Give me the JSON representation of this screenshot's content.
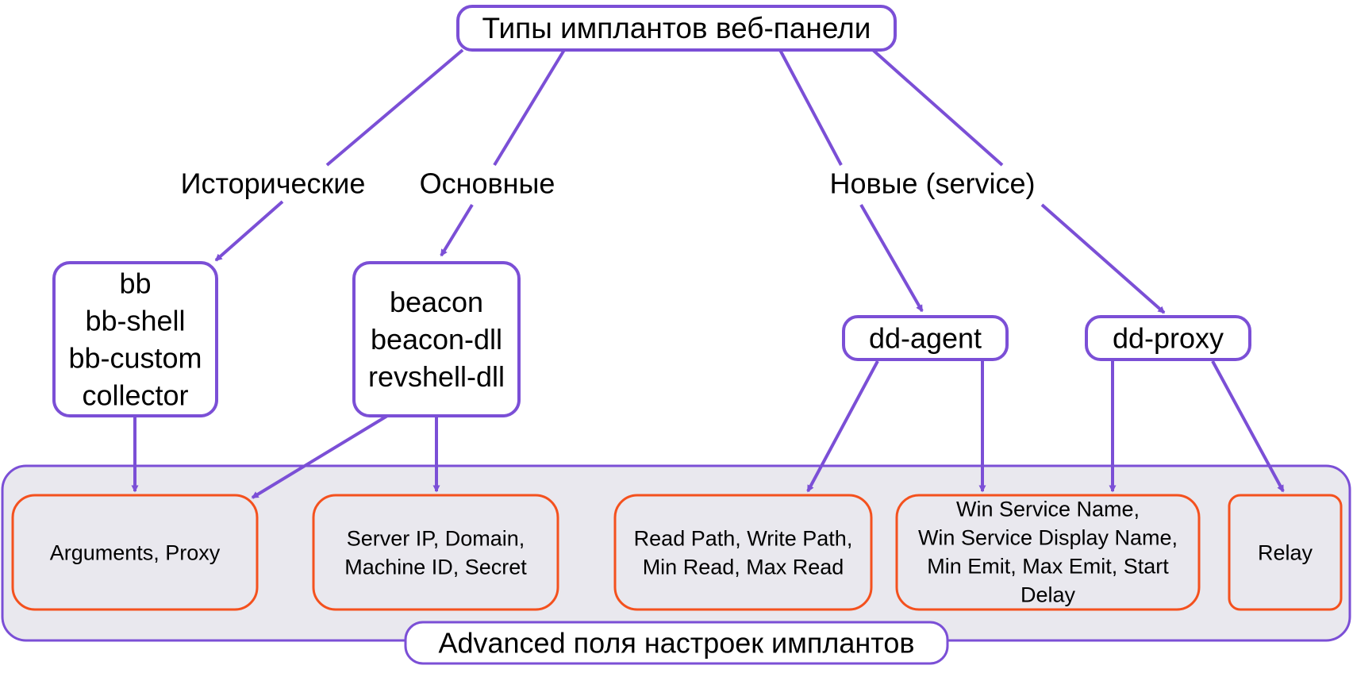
{
  "colors": {
    "purple": "#7b4fd6",
    "orange": "#f4511e",
    "panel_fill": "#e9e8ee",
    "box_fill": "#ffffff",
    "text": "#000000"
  },
  "diagram": {
    "root": "Типы имплантов веб-панели",
    "categories": {
      "historical": "Исторические",
      "main": "Основные",
      "new": "Новые (service)"
    },
    "groups": {
      "historical": [
        "bb",
        "bb-shell",
        "bb-custom",
        "collector"
      ],
      "main": [
        "beacon",
        "beacon-dll",
        "revshell-dll"
      ],
      "dd_agent": [
        "dd-agent"
      ],
      "dd_proxy": [
        "dd-proxy"
      ]
    },
    "panel_label": "Advanced поля настроек имплантов",
    "fields": {
      "f1": [
        "Arguments, Proxy"
      ],
      "f2": [
        "Server IP, Domain,",
        "Machine ID, Secret"
      ],
      "f3": [
        "Read Path, Write Path,",
        "Min Read, Max Read"
      ],
      "f4": [
        "Win Service Name,",
        "Win Service Display Name,",
        "Min Emit, Max Emit, Start",
        "Delay"
      ],
      "f5": [
        "Relay"
      ]
    }
  }
}
